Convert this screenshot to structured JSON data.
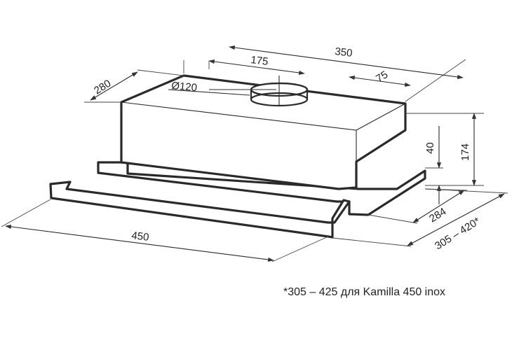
{
  "diagram": {
    "dimensions": {
      "width_top": "350",
      "depth_top": "280",
      "duct_offset": "175",
      "duct_edge": "75",
      "duct_diameter": "Ø120",
      "height_total": "174",
      "height_front": "40",
      "depth_bottom": "284",
      "depth_extended": "305 – 420*",
      "width_front": "450"
    },
    "footnote": "*305 – 425 для Kamilla 450 inox"
  }
}
